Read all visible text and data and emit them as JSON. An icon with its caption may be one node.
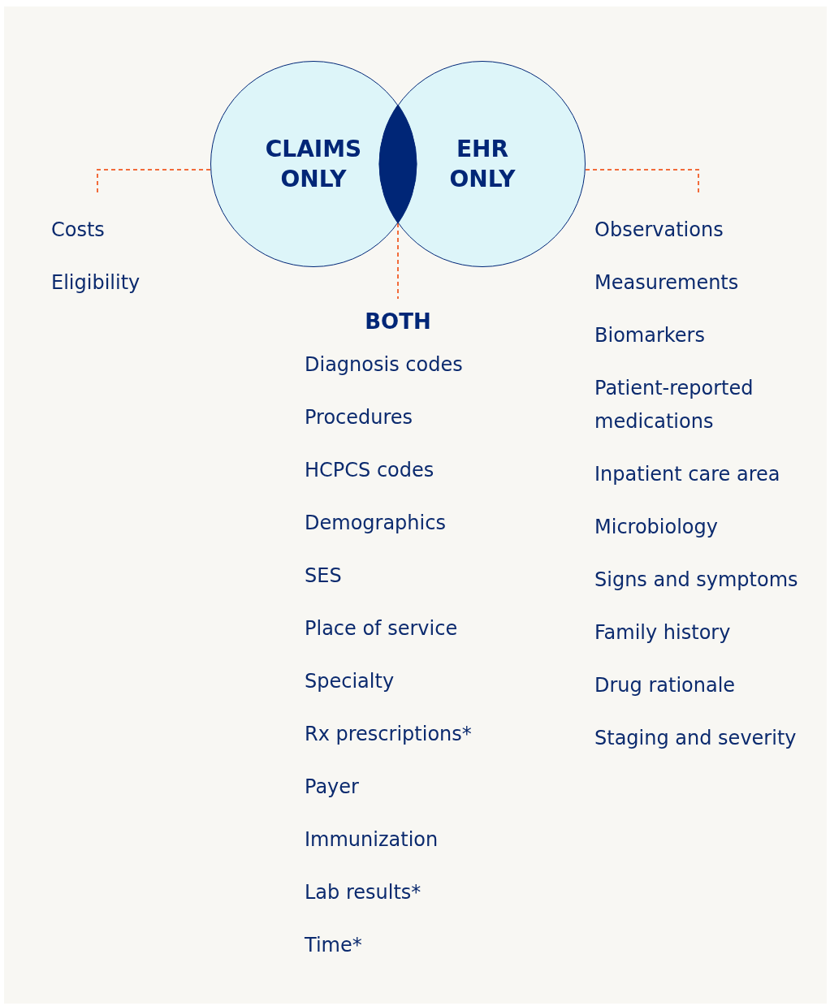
{
  "diagram": {
    "nodes": [
      {
        "text": [
          "CLAIMS ONLY"
        ]
      },
      {
        "text": [
          "EHR ONLY"
        ]
      },
      {
        "text": [],
        "shape": "lens"
      },
      {
        "text": [
          "Costs",
          "Eligibility"
        ]
      },
      {
        "text": [
          "BOTH",
          "Diagnosis codes",
          "Procedures",
          "HCPCS codes",
          "Demographics",
          "SES",
          "Place of service",
          "Specialty",
          "Rx prescriptions*",
          "Payer",
          "Immunization",
          "Lab results*",
          "Time*"
        ]
      },
      {
        "text": [
          "Observations",
          "Measurements",
          "Biomarkers",
          "Patient-reported medications",
          "Inpatient care area",
          "Microbiology",
          "Signs and symptoms",
          "Family history",
          "Drug rationale",
          "Staging and severity"
        ]
      }
    ],
    "edges": [
      {
        "from": 0,
        "to": 3,
        "arrow": "none",
        "style": "dashed"
      },
      {
        "from": 2,
        "to": 4,
        "arrow": "none",
        "style": "dashed"
      },
      {
        "from": 1,
        "to": 5,
        "arrow": "none",
        "style": "dashed"
      }
    ]
  }
}
